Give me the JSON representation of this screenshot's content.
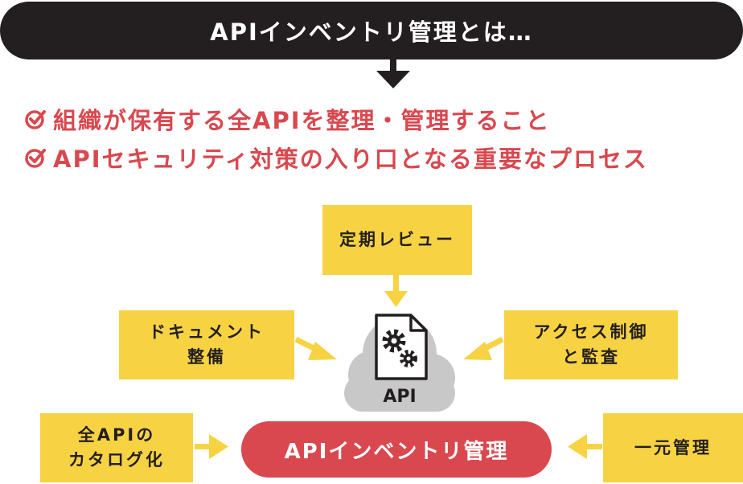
{
  "title": "APIインベントリ管理とは…",
  "bullets": [
    "組織が保有する全APIを整理・管理すること",
    "APIセキュリティ対策の入り口となる重要なプロセス"
  ],
  "nodes": {
    "review": [
      "定期レビュー"
    ],
    "documentation": [
      "ドキュメント",
      "整備"
    ],
    "access": [
      "アクセス制御",
      "と監査"
    ],
    "catalog": [
      "全APIの",
      "カタログ化"
    ],
    "unified": [
      "一元管理"
    ]
  },
  "center_label": "API",
  "core": "APIインベントリ管理",
  "colors": {
    "dark": "#231f20",
    "red": "#d9484f",
    "yellow": "#f7d344",
    "cloud": "#c8c8c8"
  },
  "icons": [
    "check-icon",
    "api-document-gear-icon",
    "cloud-icon",
    "arrow-icon"
  ]
}
